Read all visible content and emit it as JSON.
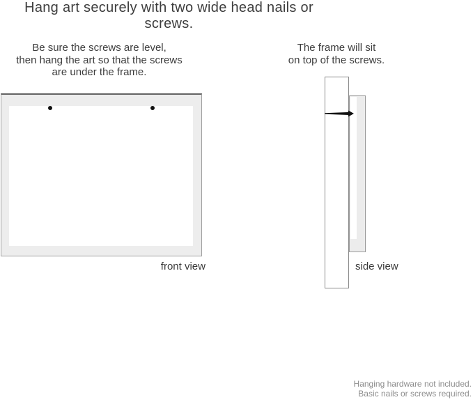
{
  "title": "Hang art securely with two wide head nails or screws.",
  "front_view": {
    "instruction": "Be sure the screws are level,\nthen hang the art so that the screws\nare under the frame.",
    "label": "front view",
    "nail_count": 2
  },
  "side_view": {
    "instruction": "The frame will sit\non top of the screws.",
    "label": "side view"
  },
  "footer": {
    "text": "Hanging hardware not included.\nBasic nails or screws required."
  },
  "colors": {
    "background": "#ffffff",
    "frame_fill": "#ededed",
    "frame_border": "#9a9a9a",
    "frame_border_top": "#636363",
    "wall_outline": "#888888",
    "nail": "#111111",
    "text_primary": "#3d3d3d",
    "text_muted": "#8d8d8d"
  }
}
